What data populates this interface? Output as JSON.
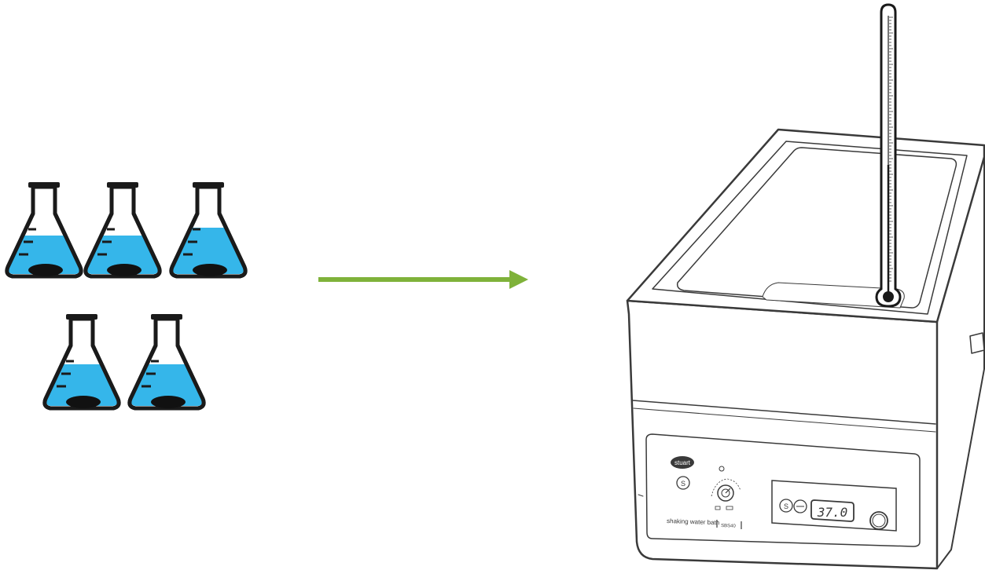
{
  "flasks": {
    "count": 5,
    "liquid_color": "#35b6ea",
    "outline_color": "#1a1a1a",
    "sediment_color": "#111111"
  },
  "arrow": {
    "color": "#7fb23a",
    "direction": "right"
  },
  "water_bath": {
    "brand": "stuart",
    "model_label": "shaking water bath",
    "model_code": "SBS40",
    "display_value": "37.0"
  },
  "thermometer": {
    "icon": "thermometer-icon"
  }
}
